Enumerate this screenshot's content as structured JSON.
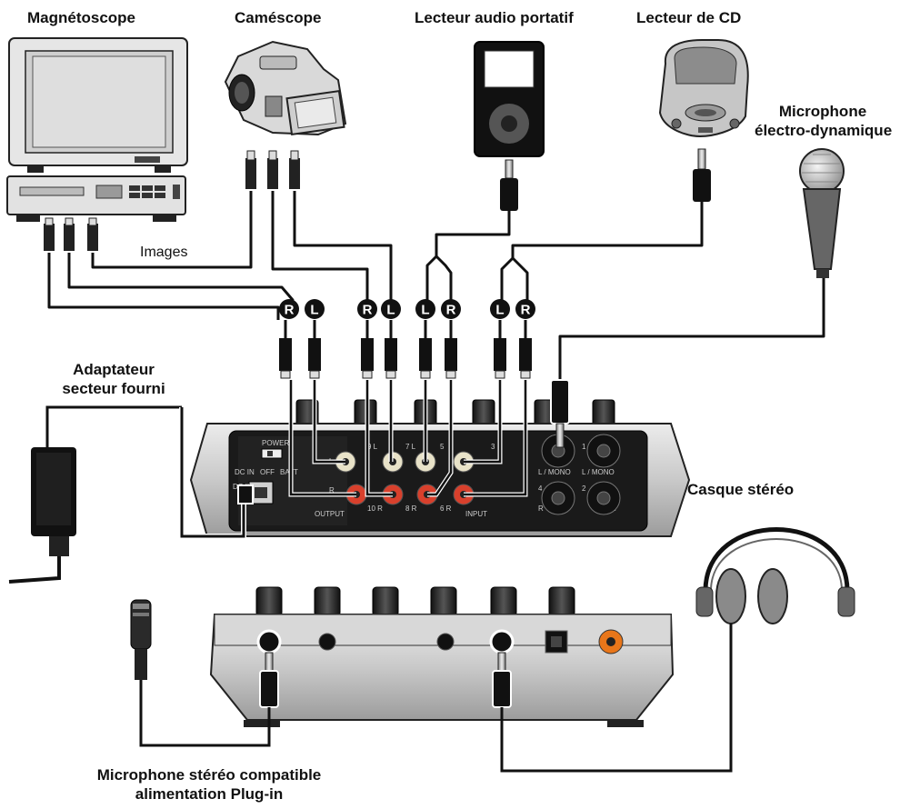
{
  "labels": {
    "vcr": "Magnétoscope",
    "camcorder": "Caméscope",
    "portable_player": "Lecteur audio portatif",
    "cd_player": "Lecteur de CD",
    "dyn_mic_line1": "Microphone",
    "dyn_mic_line2": "électro-dynamique",
    "ac_adapter_line1": "Adaptateur",
    "ac_adapter_line2": "secteur fourni",
    "headphones": "Casque stéréo",
    "stereo_mic_line1": "Microphone stéréo compatible",
    "stereo_mic_line2": "alimentation Plug-in",
    "images": "Images"
  },
  "badges": [
    "R",
    "L",
    "R",
    "L",
    "L",
    "R",
    "L",
    "R"
  ],
  "panel_text": {
    "power": "POWER",
    "power_positions": [
      "DC IN",
      "OFF",
      "BATT"
    ],
    "dc_in": "DC IN",
    "output": "OUTPUT",
    "input": "INPUT",
    "jack_numbers": [
      "L",
      "R",
      "9 L",
      "10 R",
      "7 L",
      "8 R",
      "5",
      "6 R",
      "3",
      "L / MONO",
      "4",
      "R",
      "1",
      "L / MONO",
      "2",
      "R"
    ]
  },
  "colors": {
    "white_jack": "#e8e2c8",
    "red_jack": "#d8402c",
    "orange_jack": "#e8761a",
    "panel": "#c9c9c9",
    "cable": "#111111"
  }
}
